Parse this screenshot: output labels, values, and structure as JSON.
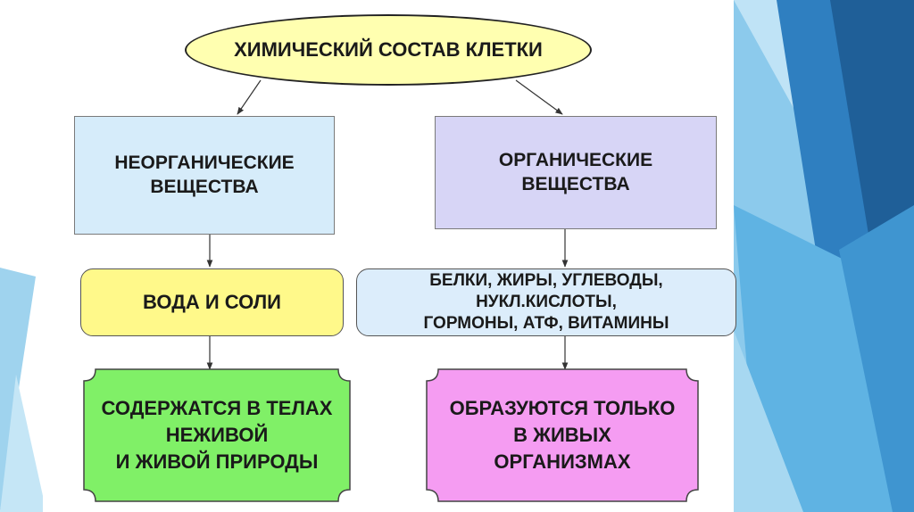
{
  "diagram": {
    "title": "ХИМИЧЕСКИЙ СОСТАВ КЛЕТКИ",
    "inorganic": "НЕОРГАНИЧЕСКИЕ\nВЕЩЕСТВА",
    "organic": "ОРГАНИЧЕСКИЕ\nВЕЩЕСТВА",
    "water_salts": "ВОДА И СОЛИ",
    "organic_list": "БЕЛКИ, ЖИРЫ, УГЛЕВОДЫ,\nНУКЛ.КИСЛОТЫ,\nГОРМОНЫ, АТФ, ВИТАМИНЫ",
    "inorganic_note": "СОДЕРЖАТСЯ В ТЕЛАХ\nНЕЖИВОЙ\nИ ЖИВОЙ ПРИРОДЫ",
    "organic_note": "ОБРАЗУЮТСЯ ТОЛЬКО\nВ ЖИВЫХ\nОРГАНИЗМАХ"
  },
  "colors": {
    "title_fill": "#ffffb0",
    "inorganic_fill": "#d6ecfa",
    "organic_fill": "#d7d5f6",
    "water_fill": "#fff98a",
    "list_fill": "#dcedfb",
    "green_fill": "#80f067",
    "pink_fill": "#f59cf2",
    "decor_blue": "#2f7fc0"
  }
}
